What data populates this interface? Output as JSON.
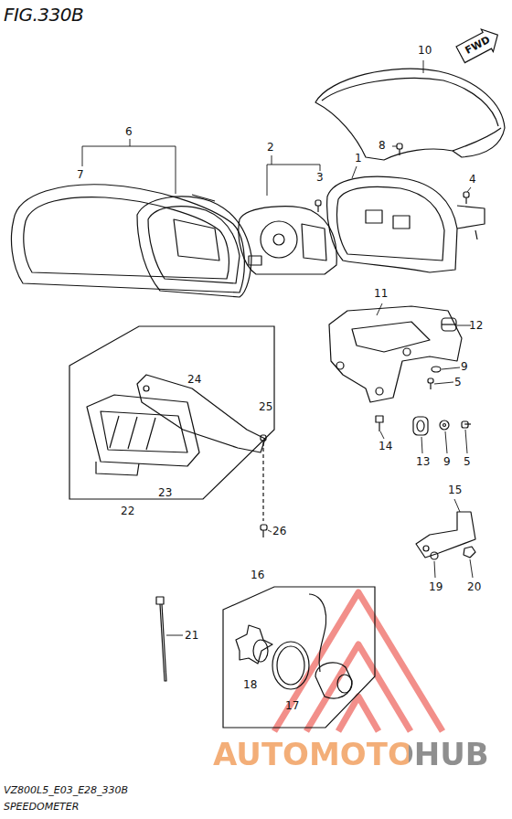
{
  "diagram": {
    "title": "FIG.330B",
    "caption": "SPEEDOMETER",
    "nodes": [
      {
        "text": [
          "FWD"
        ]
      },
      {
        "text": [
          "24",
          "25",
          "23",
          "22"
        ]
      },
      {
        "text": [
          "16",
          "18",
          "17"
        ]
      }
    ],
    "labels": [
      "10",
      "8",
      "6",
      "7",
      "2",
      "3",
      "1",
      "4",
      "11",
      "12",
      "9",
      "5",
      "14",
      "13",
      "9",
      "5",
      "15",
      "19",
      "20",
      "26",
      "21",
      "VZ800L5_E03_E28_330B",
      "AUTOMOTOHUB"
    ]
  }
}
